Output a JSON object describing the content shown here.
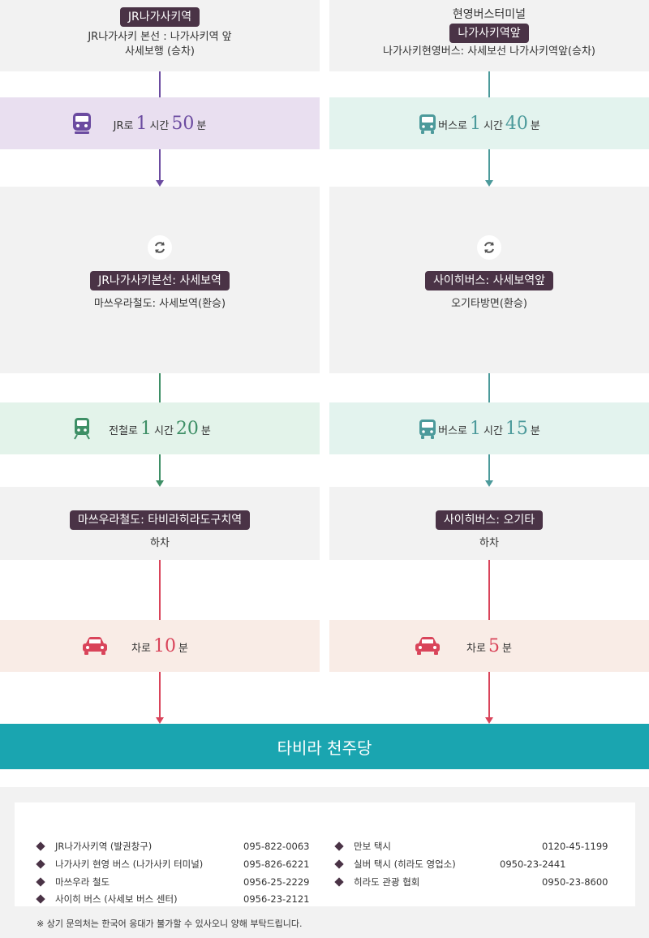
{
  "colors": {
    "jr": "#6b4ba0",
    "jr_band": "#e9dff0",
    "bus": "#4c9a9b",
    "bus_band": "#e3f3ee",
    "train": "#3e8f66",
    "train_band": "#e3f3ea",
    "car": "#d9445a",
    "car_band": "#f9ece6",
    "tag_bg": "#4a3346",
    "destination_bg": "#1aa5b0"
  },
  "left": {
    "start_tag": "JR나가사키역",
    "start_line1": "JR나가사키 본선 : 나가사키역 앞",
    "start_line2": "사세보행 (승차)",
    "leg1": {
      "icon": "train-icon",
      "prefix": "JR로",
      "hours": "1",
      "hours_unit": "시간",
      "minutes": "50",
      "minutes_unit": "분"
    },
    "transfer_icon": "refresh-icon",
    "transfer_tag": "JR나가사키본선: 사세보역",
    "transfer_sub": "마쓰우라철도: 사세보역(환승)",
    "leg2": {
      "icon": "train-icon",
      "prefix": "전철로",
      "hours": "1",
      "hours_unit": "시간",
      "minutes": "20",
      "minutes_unit": "분"
    },
    "stop_tag": "마쓰우라철도: 타비라히라도구치역",
    "stop_sub": "하차",
    "leg3": {
      "icon": "car-icon",
      "prefix": "차로",
      "minutes": "10",
      "minutes_unit": "분"
    }
  },
  "right": {
    "start_top": "현영버스터미널",
    "start_tag": "나가사키역앞",
    "start_line1": "나가사키현영버스: 사세보선 나가사키역앞(승차)",
    "leg1": {
      "icon": "bus-icon",
      "prefix": "버스로",
      "hours": "1",
      "hours_unit": "시간",
      "minutes": "40",
      "minutes_unit": "분"
    },
    "transfer_icon": "refresh-icon",
    "transfer_tag": "사이히버스: 사세보역앞",
    "transfer_sub": "오기타방면(환승)",
    "leg2": {
      "icon": "bus-icon",
      "prefix": "버스로",
      "hours": "1",
      "hours_unit": "시간",
      "minutes": "15",
      "minutes_unit": "분"
    },
    "stop_tag": "사이히버스: 오기타",
    "stop_sub": "하차",
    "leg3": {
      "icon": "car-icon",
      "prefix": "차로",
      "minutes": "5",
      "minutes_unit": "분"
    }
  },
  "destination": "타비라 천주당",
  "contacts_left": [
    {
      "name": "JR나가사키역 (발권창구)",
      "phone": "095-822-0063"
    },
    {
      "name": "나가사키 현영 버스 (나가사키 터미널)",
      "phone": "095-826-6221"
    },
    {
      "name": "마쓰우라 철도",
      "phone": "0956-25-2229"
    },
    {
      "name": "사이히 버스 (사세보 버스 센터)",
      "phone": "0956-23-2121"
    }
  ],
  "contacts_right": [
    {
      "name": "만보 택시",
      "phone": "0120-45-1199"
    },
    {
      "name": "실버 택시 (히라도 영업소)",
      "phone": "0950-23-2441"
    },
    {
      "name": "히라도 관광 협회",
      "phone": "0950-23-8600"
    }
  ],
  "note": "※ 상기 문의처는 한국어 응대가 불가할 수 있사오니 양해 부탁드립니다."
}
